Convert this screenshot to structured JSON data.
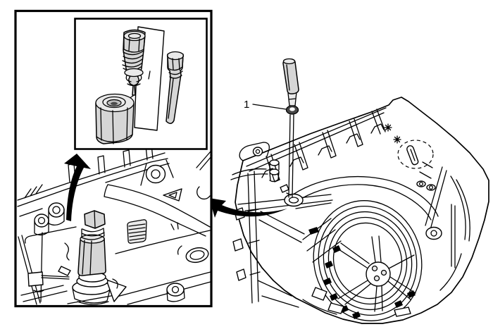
{
  "figure": {
    "callouts": {
      "item1": "1"
    },
    "colors": {
      "line": "#000000",
      "part_fill": "#d6d6d6",
      "part_fill_light": "#e9e9e9",
      "seal_dark": "#474747",
      "background": "#ffffff"
    },
    "icons": {
      "arrow_to_inset": "curved-arrow",
      "arrow_to_detail": "curved-arrow"
    }
  }
}
